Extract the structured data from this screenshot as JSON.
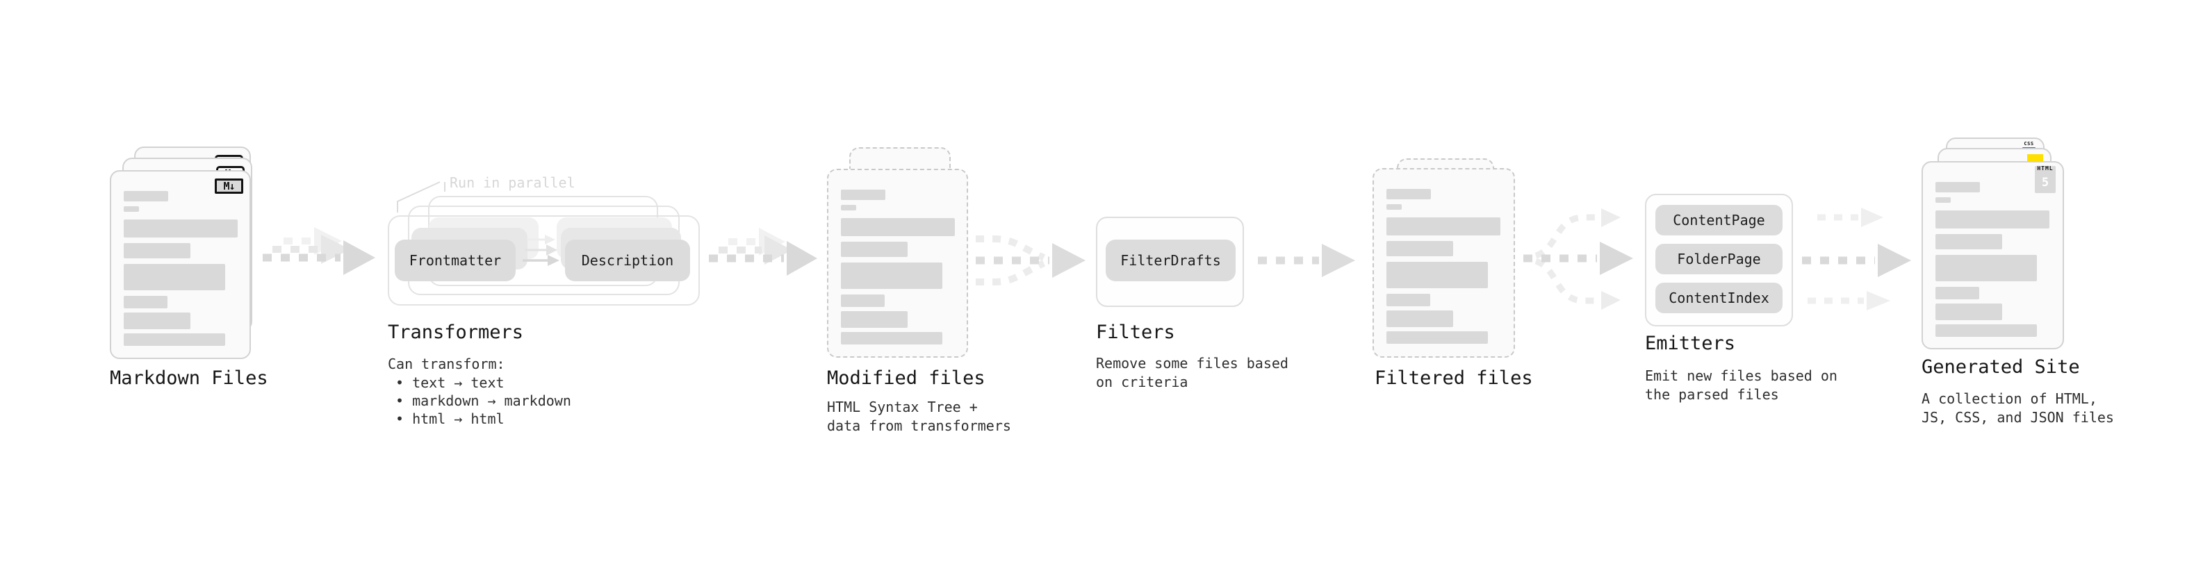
{
  "diagram": {
    "markdown_files": {
      "title": "Markdown Files",
      "badge": "M↓"
    },
    "transformers": {
      "annotation": "Run in parallel",
      "chip_a": "Frontmatter",
      "chip_b": "Description",
      "title": "Transformers",
      "heading": "Can transform:",
      "bullets": [
        "• text → text",
        "• markdown → markdown",
        "• html → html"
      ]
    },
    "modified_files": {
      "title": "Modified files",
      "subtitle": [
        "HTML Syntax Tree +",
        "data from transformers"
      ]
    },
    "filters": {
      "chip": "FilterDrafts",
      "title": "Filters",
      "subtitle": [
        "Remove some files based",
        "on criteria"
      ]
    },
    "filtered_files": {
      "title": "Filtered files"
    },
    "emitters": {
      "chips": [
        "ContentPage",
        "FolderPage",
        "ContentIndex"
      ],
      "title": "Emitters",
      "subtitle": [
        "Emit new files based on",
        "the parsed files"
      ]
    },
    "generated_site": {
      "title": "Generated Site",
      "subtitle": [
        "A collection of HTML,",
        "JS, CSS, and JSON files"
      ],
      "badge_html_label": "HTML",
      "badge_html_number": "5",
      "badge_css_label": "CSS"
    },
    "colors": {
      "html5_orange": "#e44d26",
      "js_yellow": "#ffdf00",
      "css_blue": "#2b6bdf",
      "arrow_gray": "#d9d9d9"
    }
  }
}
